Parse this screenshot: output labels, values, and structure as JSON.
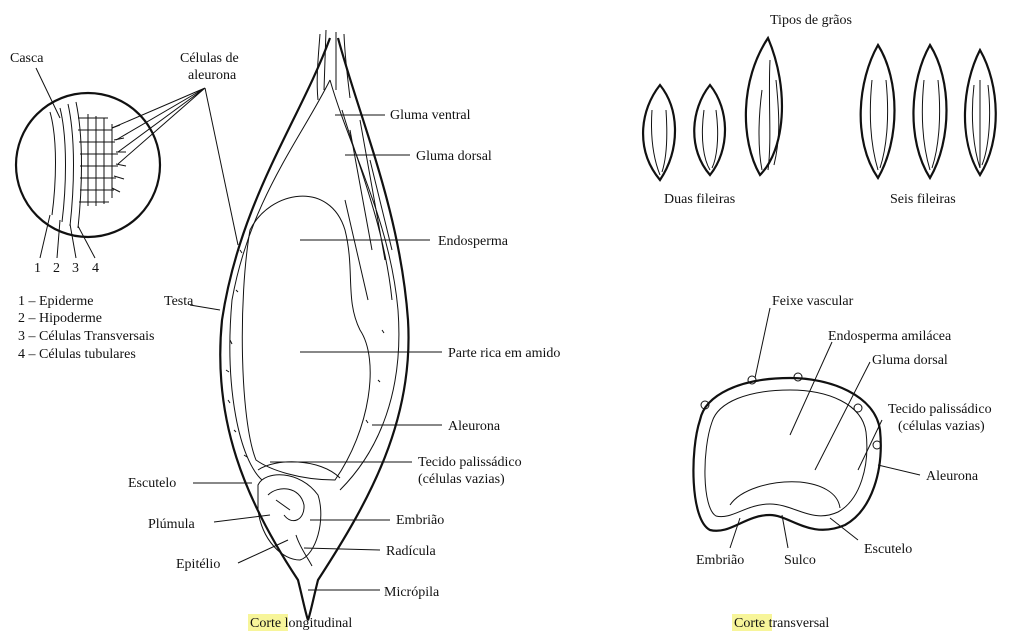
{
  "colors": {
    "ink": "#111111",
    "caption_highlight": "#f7f59a",
    "background": "#ffffff"
  },
  "inset": {
    "casca": "Casca",
    "aleurona_cells_1": "Células de",
    "aleurona_cells_2": "aleurona",
    "num_1": "1",
    "num_2": "2",
    "num_3": "3",
    "num_4": "4",
    "legend_1": "1 – Epiderme",
    "legend_2": "2 – Hipoderme",
    "legend_3": "3 – Células Transversais",
    "legend_4": "4 – Células tubulares"
  },
  "longitudinal": {
    "gluma_ventral": "Gluma ventral",
    "gluma_dorsal": "Gluma dorsal",
    "endosperma": "Endosperma",
    "testa": "Testa",
    "parte_rica": "Parte rica em amido",
    "aleurona": "Aleurona",
    "tecido_1": "Tecido palissádico",
    "tecido_2": "(células vazias)",
    "escutelo": "Escutelo",
    "embriao": "Embrião",
    "plumula": "Plúmula",
    "radicula": "Radícula",
    "epitelio": "Epitélio",
    "micropila": "Micrópila",
    "caption_highlight": "Corte",
    "caption_rest": " longitudinal"
  },
  "grains": {
    "title": "Tipos de grãos",
    "two_rows": "Duas fileiras",
    "six_rows": "Seis fileiras"
  },
  "transversal": {
    "feixe": "Feixe vascular",
    "endosperma_amilacea": "Endosperma amilácea",
    "gluma_dorsal": "Gluma dorsal",
    "tecido_1": "Tecido palissádico",
    "tecido_2": "(células vazias)",
    "aleurona": "Aleurona",
    "escutelo": "Escutelo",
    "embriao": "Embrião",
    "sulco": "Sulco",
    "caption_highlight": "Corte",
    "caption_rest": " transversal"
  }
}
